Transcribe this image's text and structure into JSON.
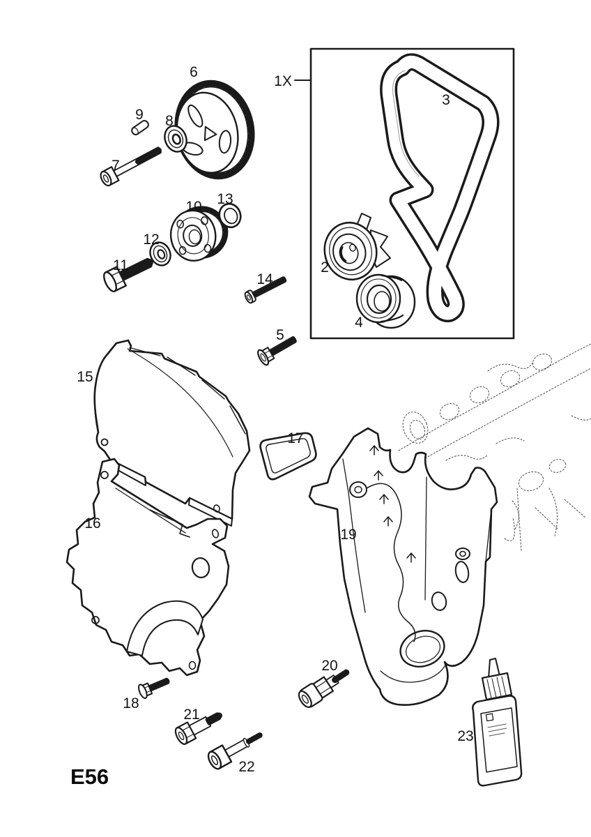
{
  "page": {
    "code": "E56"
  },
  "colors": {
    "line": "#1a1a1a",
    "background": "#ffffff",
    "ghost_line": "#3a3a3a"
  },
  "kit_box": {
    "label": "1X"
  },
  "callouts": {
    "p2": "2",
    "p3": "3",
    "p4": "4",
    "p5": "5",
    "p6": "6",
    "p7": "7",
    "p8": "8",
    "p9": "9",
    "p10": "10",
    "p11": "11",
    "p12": "12",
    "p13": "13",
    "p14": "14",
    "p15": "15",
    "p16": "16",
    "p17": "17",
    "p18": "18",
    "p19": "19",
    "p20": "20",
    "p21": "21",
    "p22": "22",
    "p23": "23"
  }
}
